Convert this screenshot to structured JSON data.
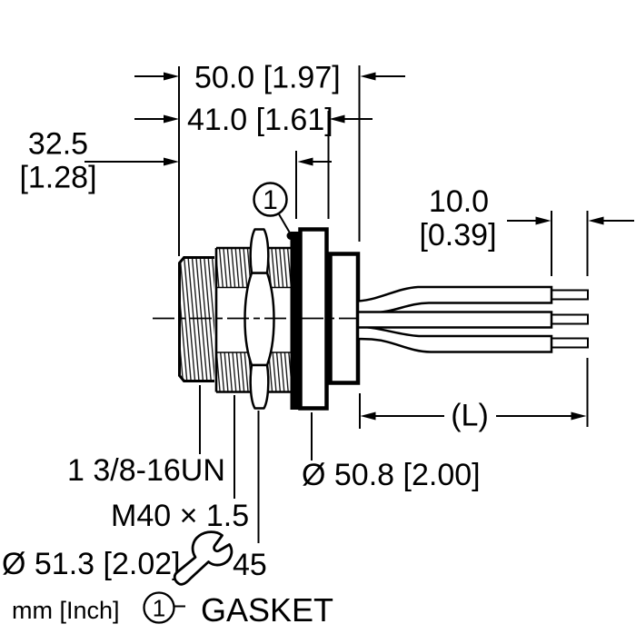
{
  "dimensions": {
    "overall_length": "50.0 [1.97]",
    "to_flange_rear": "41.0 [1.61]",
    "front_to_mount_mm": "32.5",
    "front_to_mount_inch": "[1.28]",
    "strip_length_mm": "10.0",
    "strip_length_inch": "[0.39]",
    "lead_length": "(L)",
    "flange_diameter": "Ø 50.8 [2.00]",
    "max_diameter": "Ø 51.3 [2.02]"
  },
  "labels": {
    "coupling_thread": "1 3/8-16UN",
    "mounting_thread": "M40 × 1.5",
    "wrench_size": "45",
    "units_note": "mm [Inch]"
  },
  "callout": {
    "number": "1"
  },
  "legend": {
    "number": "1",
    "label": "GASKET"
  },
  "colors": {
    "line": "#000000",
    "background": "#ffffff"
  }
}
